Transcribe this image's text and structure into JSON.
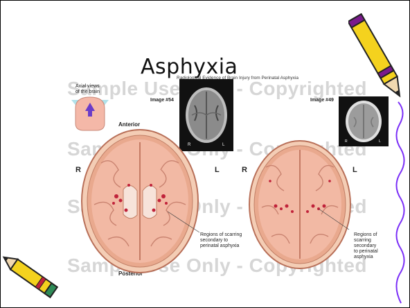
{
  "slide": {
    "title": "Asphyxia",
    "caption": "Radiological Evidence of Brain Injury from Perinatal Asphyxia",
    "axial_label_line1": "Axial views",
    "axial_label_line2": "of the brain",
    "image_left_label": "Image #54",
    "image_right_label": "Image #49",
    "orientation": {
      "anterior": "Anterior",
      "posterior": "Posterior",
      "right": "R",
      "left": "L"
    },
    "callout_left": [
      "Regions of scarring",
      "secondary to",
      "perinatal asphyxia"
    ],
    "callout_right": [
      "Regions of",
      "scarring",
      "secondary",
      "to perinatal",
      "asphyxia"
    ],
    "watermark": "Sample Use Only - Copyrighted",
    "colors": {
      "brain": "#f2b9a4",
      "lesion": "#c0223a",
      "pencil_body": "#f4d21e",
      "pencil_accent": "#7a1a8c",
      "border_wave": "#7b2ff7"
    }
  }
}
